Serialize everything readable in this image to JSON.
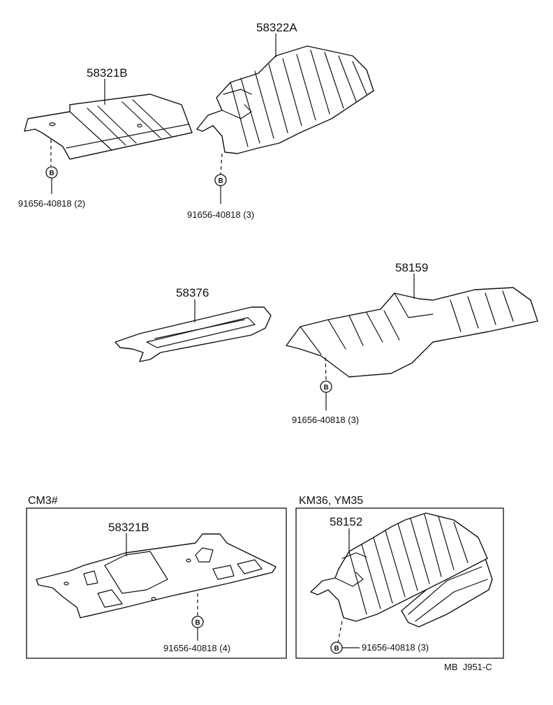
{
  "parts": {
    "p58321b_top": "58321B",
    "p58322a": "58322A",
    "p58376": "58376",
    "p58159": "58159",
    "p58321b_box": "58321B",
    "p58152": "58152"
  },
  "fasteners": {
    "f1": "91656-40818 (2)",
    "f2": "91656-40818 (3)",
    "f3": "91656-40818 (3)",
    "f4": "91656-40818 (4)",
    "f5": "91656-40818 (3)"
  },
  "markers": {
    "letter": "B"
  },
  "boxes": {
    "left_title": "CM3#",
    "right_title": "KM36, YM35"
  },
  "footer": {
    "ref": "MB  J951-C"
  },
  "colors": {
    "ink": "#111111",
    "paper": "#ffffff"
  }
}
